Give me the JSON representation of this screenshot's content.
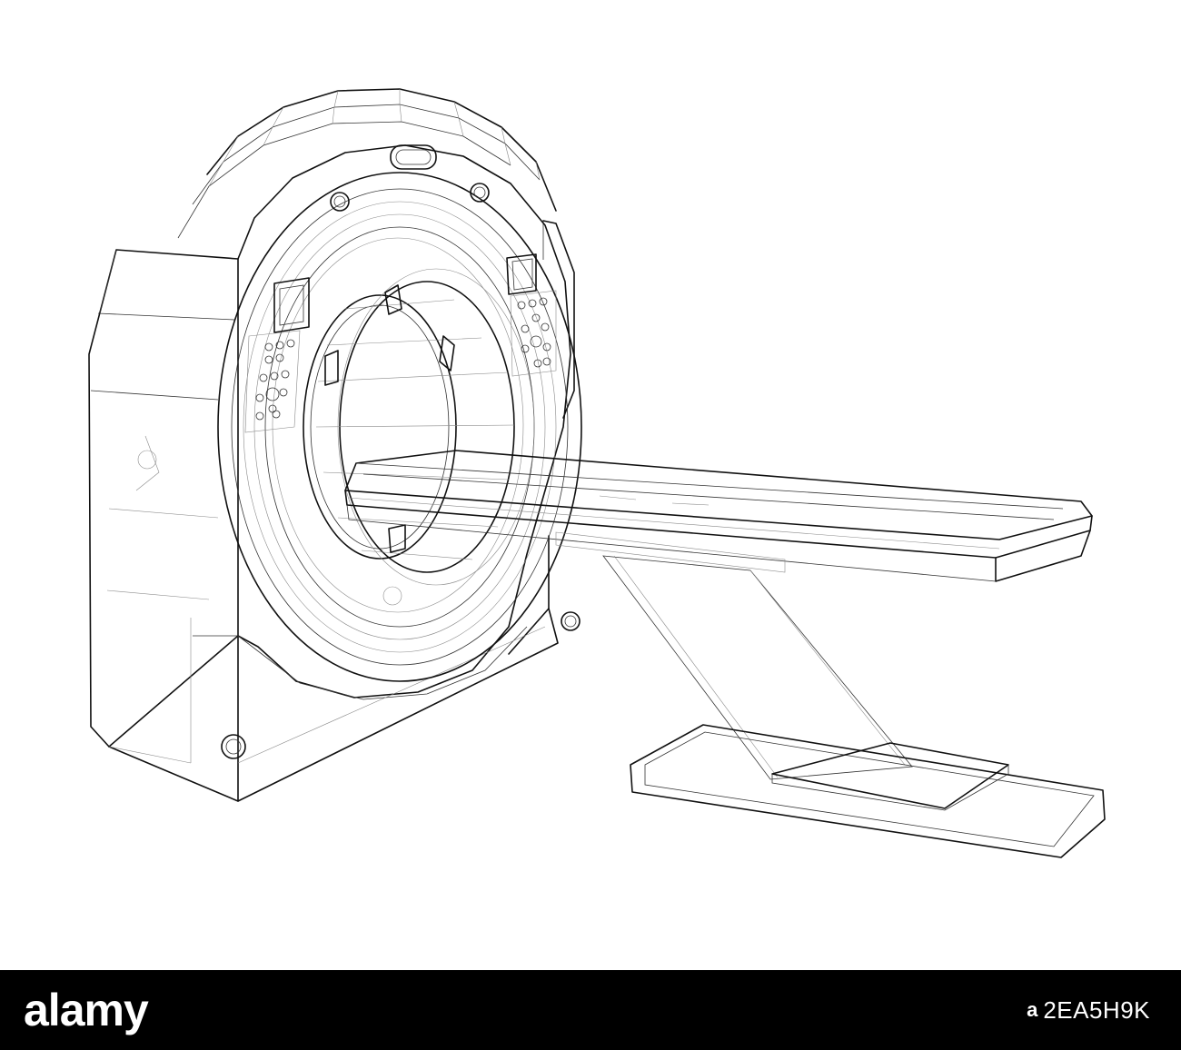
{
  "footer": {
    "brand_logo": "alamy",
    "brand_small": "a",
    "image_id": "2EA5H9K"
  },
  "colors": {
    "background": "#ffffff",
    "line": "#111111",
    "footer_bg": "#000000",
    "footer_text": "#ffffff"
  },
  "illustration": {
    "subject_icon": "ct-scanner-wireframe-icon"
  }
}
